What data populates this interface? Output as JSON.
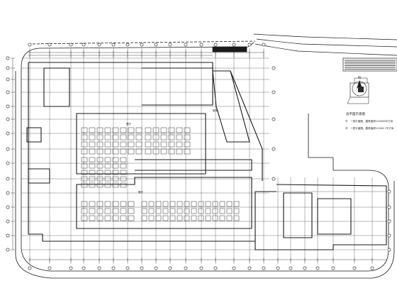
{
  "drawing": {
    "type": "architectural-floor-plan",
    "line_color": "#1a1a1a",
    "background": "#ffffff",
    "compass_label": "N",
    "keyplan_caption": "总平面示意图",
    "legend": [
      {
        "marker": "①",
        "text": "一层平面图，建筑面积123456平方米"
      },
      {
        "marker": "②",
        "text": "一层平面图，建筑面积12345.7平方米"
      }
    ],
    "room_labels": [
      "餐厅",
      "厨房",
      "餐厅"
    ]
  }
}
